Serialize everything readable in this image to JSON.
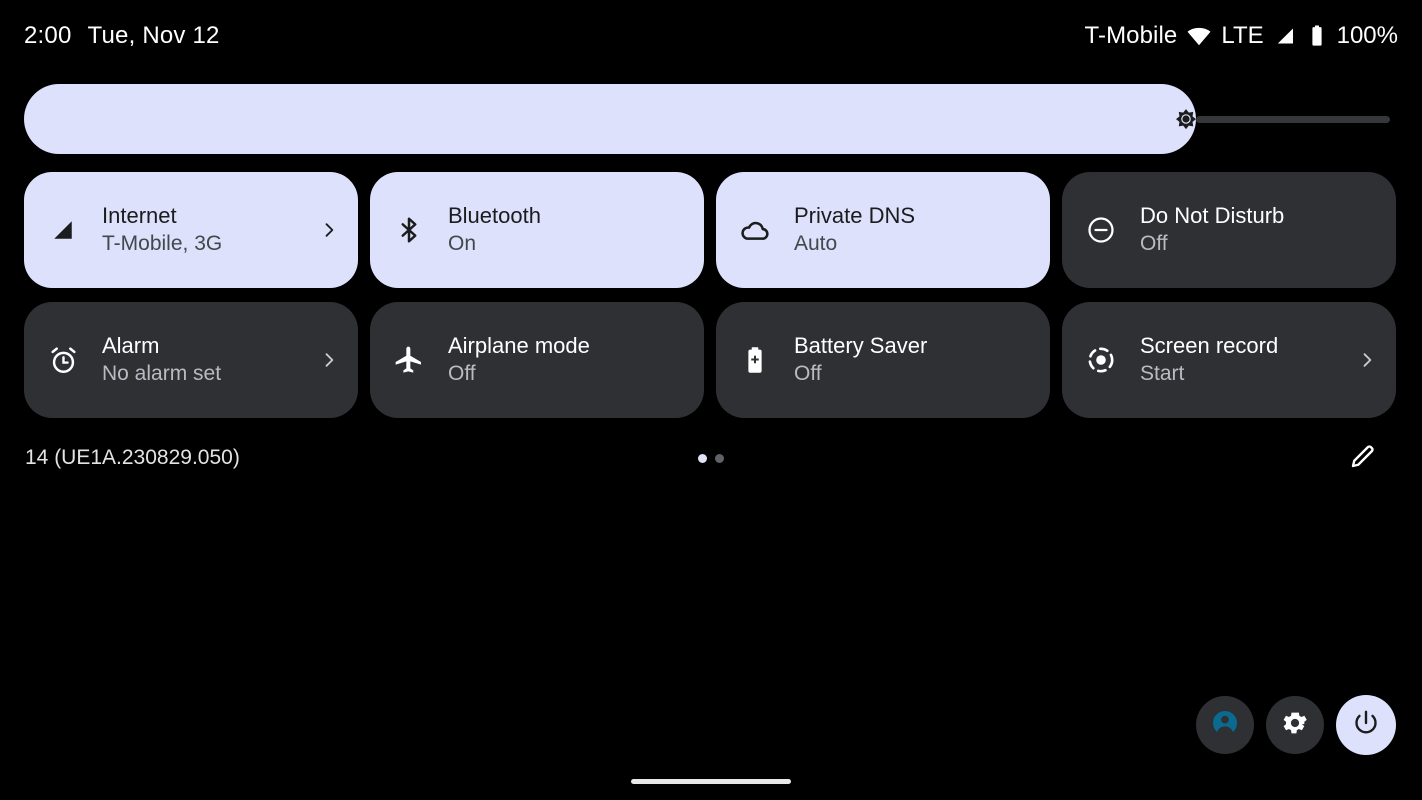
{
  "status_bar": {
    "clock": "2:00",
    "date": "Tue, Nov 12",
    "carrier": "T-Mobile",
    "network_type": "LTE",
    "battery_percent": "100%",
    "icons": [
      "wifi-icon",
      "signal-bars-icon",
      "battery-icon"
    ]
  },
  "brightness": {
    "name": "brightness-slider",
    "icon": "brightness-icon",
    "value_percent": 85,
    "fill_color": "#dde1fb",
    "track_color": "#35373b"
  },
  "tiles": [
    {
      "id": "internet",
      "icon": "signal-cellular-icon",
      "title": "Internet",
      "subtitle": "T-Mobile, 3G",
      "active": true,
      "chevron": true
    },
    {
      "id": "bluetooth",
      "icon": "bluetooth-icon",
      "title": "Bluetooth",
      "subtitle": "On",
      "active": true,
      "chevron": false
    },
    {
      "id": "private-dns",
      "icon": "cloud-icon",
      "title": "Private DNS",
      "subtitle": "Auto",
      "active": true,
      "chevron": false
    },
    {
      "id": "do-not-disturb",
      "icon": "do-not-disturb-icon",
      "title": "Do Not Disturb",
      "subtitle": "Off",
      "active": false,
      "chevron": false
    },
    {
      "id": "alarm",
      "icon": "alarm-clock-icon",
      "title": "Alarm",
      "subtitle": "No alarm set",
      "active": false,
      "chevron": true
    },
    {
      "id": "airplane-mode",
      "icon": "airplane-icon",
      "title": "Airplane mode",
      "subtitle": "Off",
      "active": false,
      "chevron": false
    },
    {
      "id": "battery-saver",
      "icon": "battery-saver-icon",
      "title": "Battery Saver",
      "subtitle": "Off",
      "active": false,
      "chevron": false
    },
    {
      "id": "screen-record",
      "icon": "screen-record-icon",
      "title": "Screen record",
      "subtitle": "Start",
      "active": false,
      "chevron": true
    }
  ],
  "footer": {
    "build_label": "14 (UE1A.230829.050)",
    "page_dots": {
      "total": 2,
      "active_index": 0
    },
    "edit_icon": "pencil-icon"
  },
  "bottom_actions": [
    {
      "id": "user-switcher",
      "icon": "user-avatar-icon",
      "accent": "#0b6a90"
    },
    {
      "id": "settings",
      "icon": "gear-icon",
      "accent": "#ffffff"
    },
    {
      "id": "power",
      "icon": "power-icon",
      "accent": "#1b1c1e"
    }
  ],
  "colors": {
    "background": "#000000",
    "tile_active": "#dde1fb",
    "tile_inactive": "#2e3034",
    "text_primary": "#ffffff",
    "text_secondary": "#b8bcc2"
  }
}
